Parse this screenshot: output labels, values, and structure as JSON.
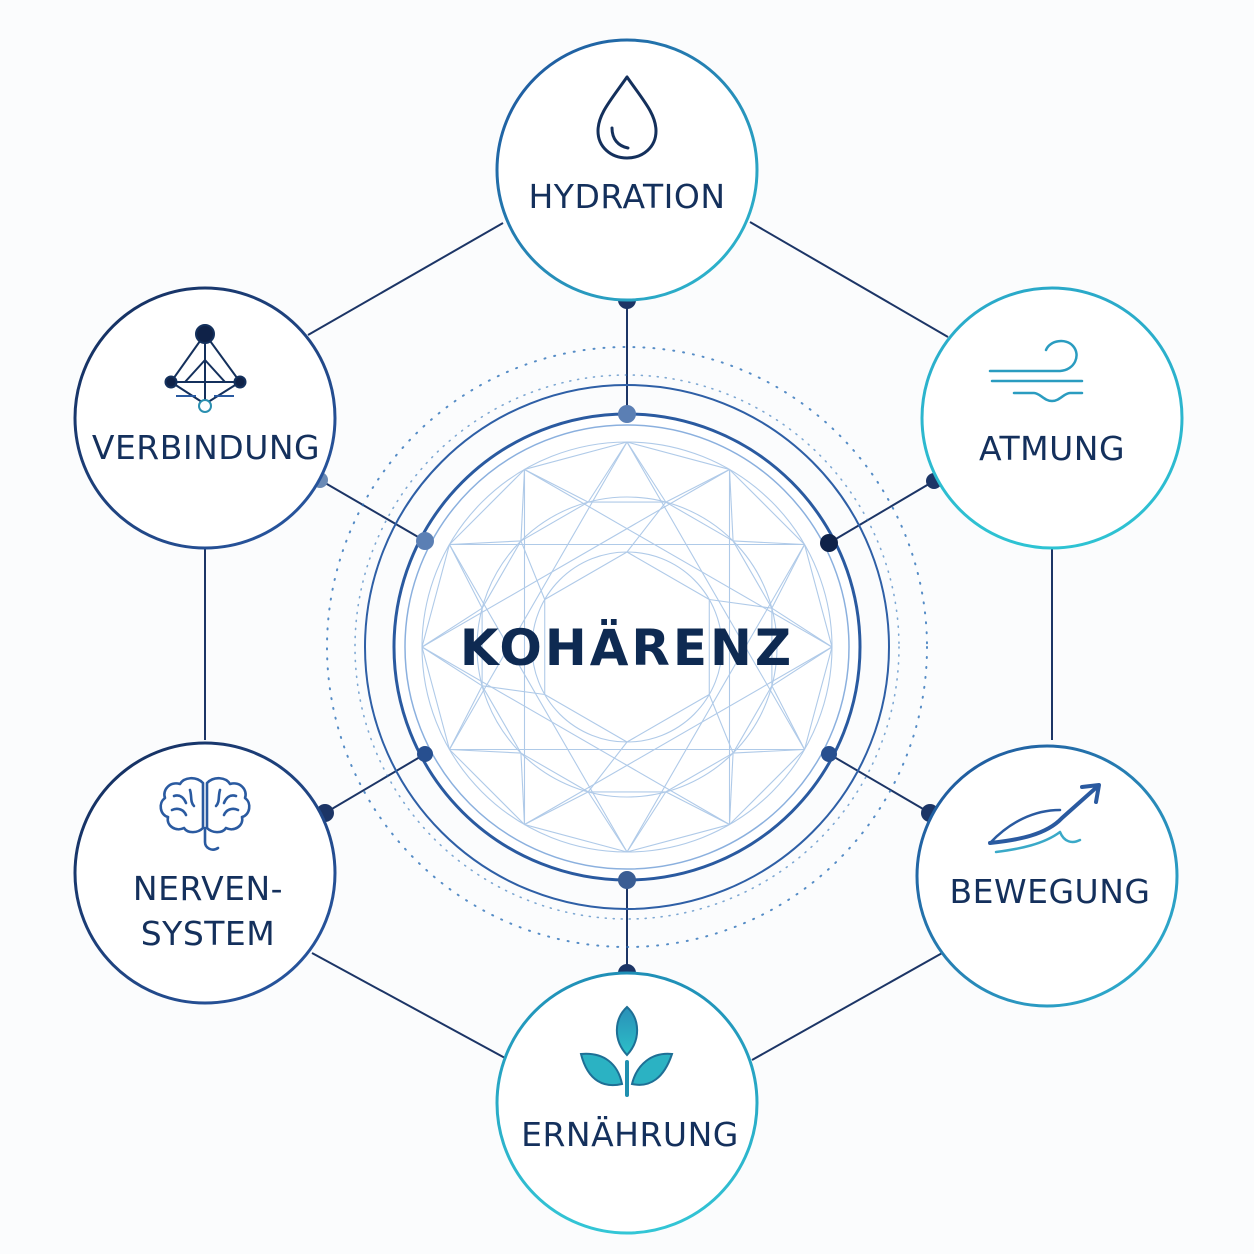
{
  "center": {
    "label": "KOHÄRENZ"
  },
  "nodes": [
    {
      "id": "hydration",
      "label": "HYDRATION",
      "icon": "water-drop-icon"
    },
    {
      "id": "atmung",
      "label": "ATMUNG",
      "icon": "wind-icon"
    },
    {
      "id": "bewegung",
      "label": "BEWEGUNG",
      "icon": "trend-arrow-icon"
    },
    {
      "id": "ernaehrung",
      "label": "ERNÄHRUNG",
      "icon": "sprout-icon"
    },
    {
      "id": "nervensystem",
      "label_line1": "NERVEN-",
      "label_line2": "SYSTEM",
      "icon": "brain-icon"
    },
    {
      "id": "verbindung",
      "label": "VERBINDUNG",
      "icon": "network-icon"
    }
  ],
  "colors": {
    "navy": "#14305c",
    "blue": "#2c5aa0",
    "cyan": "#2eb8cc",
    "teal": "#1f9aae",
    "line": "#1c3566"
  }
}
